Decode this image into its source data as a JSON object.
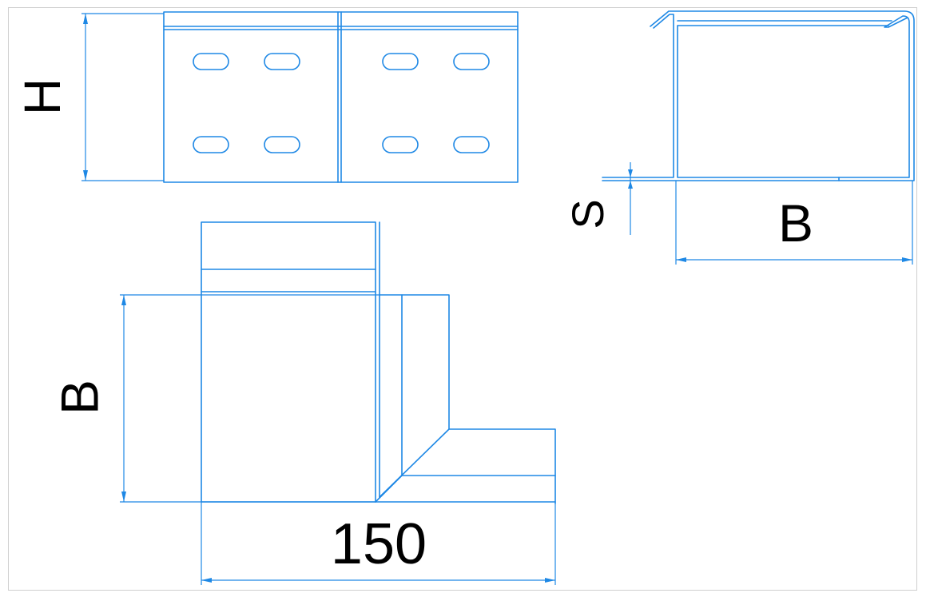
{
  "drawing": {
    "colors": {
      "line": "#1e88e5",
      "text": "#000000",
      "background": "#ffffff",
      "frame": "#cfcfcf"
    },
    "labels": {
      "height": "H",
      "thickness": "S",
      "width_side": "B",
      "width_plan": "B",
      "length_plan": "150"
    }
  }
}
